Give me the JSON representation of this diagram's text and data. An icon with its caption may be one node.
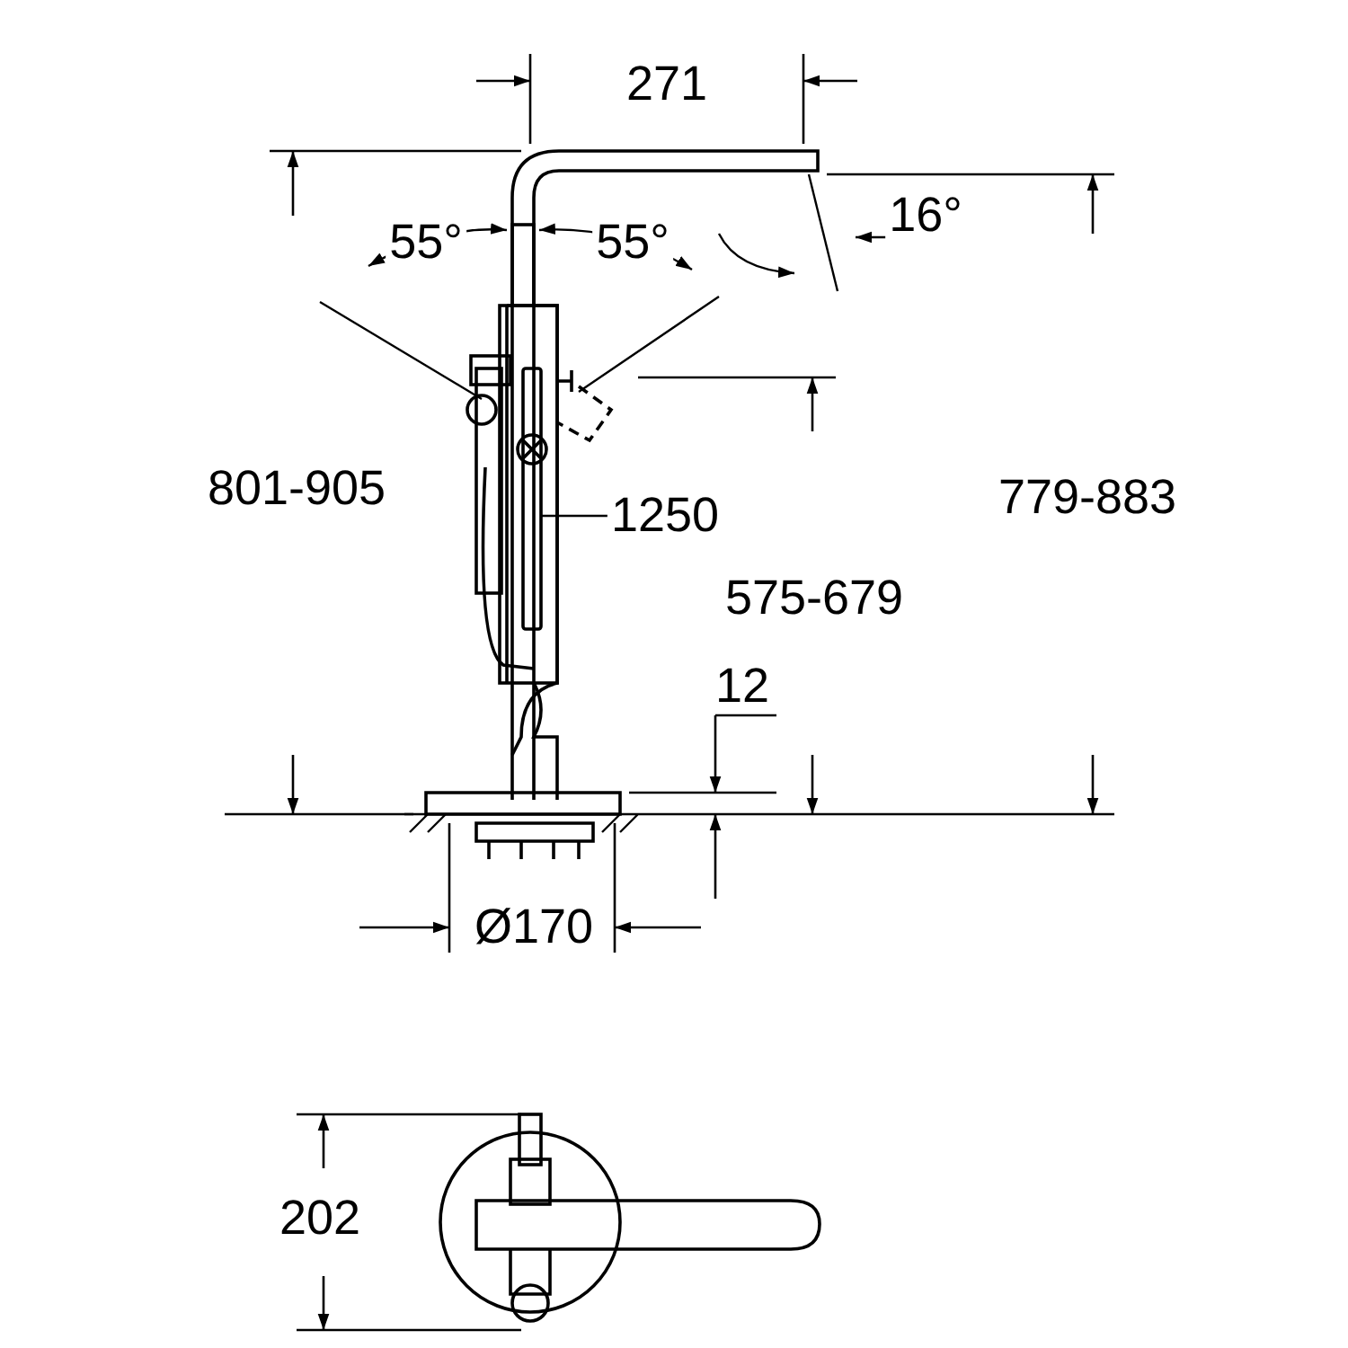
{
  "diagram": {
    "nodes": [
      {
        "text": [
          "1250"
        ]
      },
      {
        "text": [],
        "shape": "bar"
      }
    ],
    "edges": [
      {
        "from": 0,
        "to": 1,
        "arrow": "none"
      }
    ],
    "labels": [
      "271",
      "55°",
      "55°",
      "16°",
      "801-905",
      "779-883",
      "575-679",
      "12",
      "Ø170",
      "202"
    ]
  }
}
